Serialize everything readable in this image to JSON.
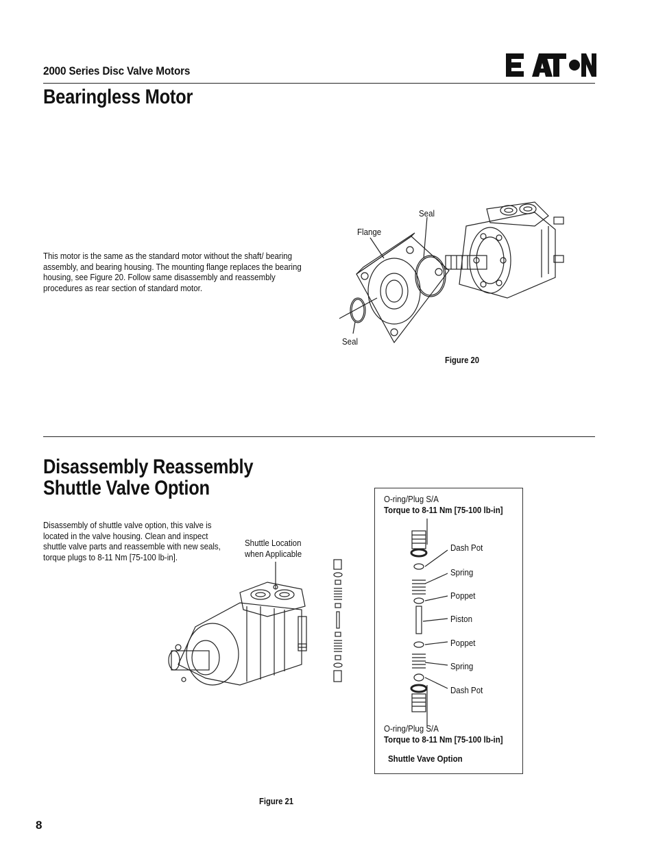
{
  "header": {
    "series_title": "2000 Series Disc Valve Motors",
    "logo_text": "EATON"
  },
  "section1": {
    "title": "Bearingless Motor",
    "body": "This motor is the same as the standard motor without the shaft/ bearing assembly, and bearing housing.  The mounting flange replaces the bearing housing, see Figure 20.  Follow same disassembly and reassembly procedures as rear section of standard motor.",
    "figure_labels": {
      "seal_top": "Seal",
      "flange": "Flange",
      "seal_bottom": "Seal"
    },
    "figure_caption": "Figure 20"
  },
  "section2": {
    "title_line1": "Disassembly Reassembly",
    "title_line2": "Shuttle Valve Option",
    "body": "Disassembly of shuttle valve option, this valve is located in the valve housing.  Clean and inspect shuttle valve parts and reassemble with new seals, torque plugs to 8-11 Nm [75-100 lb-in].",
    "shuttle_location": "Shuttle Location when Applicable",
    "figure_caption": "Figure 21",
    "box": {
      "top_oring": "O-ring/Plug S/A",
      "top_torque": "Torque to 8-11 Nm [75-100 lb-in]",
      "parts": [
        "Dash Pot",
        "Spring",
        "Poppet",
        "Piston",
        "Poppet",
        "Spring",
        "Dash Pot"
      ],
      "bottom_oring": "O-ring/Plug S/A",
      "bottom_torque": "Torque to 8-11 Nm [75-100 lb-in]",
      "box_caption": "Shuttle Vave Option"
    }
  },
  "footer": {
    "page_number": "8"
  }
}
